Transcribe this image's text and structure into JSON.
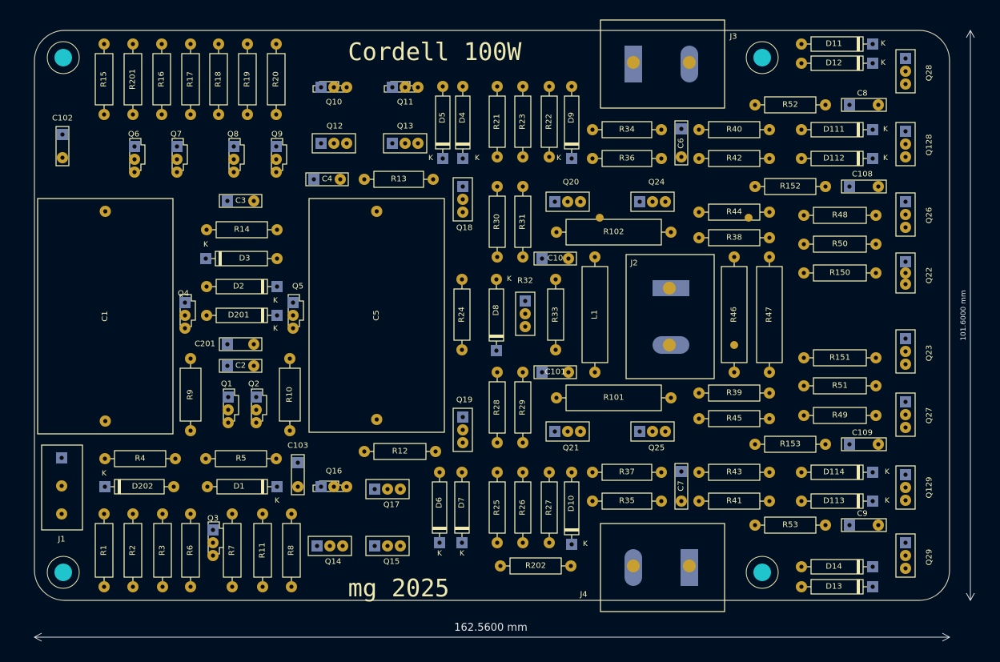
{
  "board": {
    "title": "Cordell 100W",
    "author": "mg 2025",
    "width_label": "162.5600 mm",
    "height_label": "101.6000 mm"
  },
  "colors": {
    "background": "#001023",
    "silkscreen": "#efe9b0",
    "pad": "#c8a032",
    "pad_square": "#7080a8",
    "mount_hole": "#1fc4cc",
    "outline": "#d8d2b4"
  },
  "marker_k": "K",
  "labels": {
    "R15": "R15",
    "R201": "R201",
    "R16": "R16",
    "R17": "R17",
    "R18": "R18",
    "R19": "R19",
    "R20": "R20",
    "C102": "C102",
    "Q6": "Q6",
    "Q7": "Q7",
    "Q8": "Q8",
    "Q9": "Q9",
    "Q10": "Q10",
    "Q11": "Q11",
    "Q12": "Q12",
    "Q13": "Q13",
    "D5": "D5",
    "D4": "D4",
    "R21": "R21",
    "R23": "R23",
    "R22": "R22",
    "D9": "D9",
    "J3": "J3",
    "D11": "D11",
    "D12": "D12",
    "Q28": "Q28",
    "C8": "C8",
    "R52": "R52",
    "R34": "R34",
    "C6": "C6",
    "R40": "R40",
    "D111": "D111",
    "Q128": "Q128",
    "R36": "R36",
    "R42": "R42",
    "D112": "D112",
    "C3": "C3",
    "C4": "C4",
    "R13": "R13",
    "R152": "R152",
    "C108": "C108",
    "Q18": "Q18",
    "Q20": "Q20",
    "Q24": "Q24",
    "R30": "R30",
    "R31": "R31",
    "R44": "R44",
    "R48": "R48",
    "Q26": "Q26",
    "R14": "R14",
    "R102": "R102",
    "R38": "R38",
    "R50": "R50",
    "D3": "D3",
    "C10": "C10",
    "J2": "J2",
    "R150": "R150",
    "Q22": "Q22",
    "C1": "C1",
    "C5": "C5",
    "D2": "D2",
    "Q4": "Q4",
    "Q5": "Q5",
    "D201": "D201",
    "D8": "D8",
    "R32": "R32",
    "R24": "R24",
    "R33": "R33",
    "L1": "L1",
    "R46": "R46",
    "R47": "R47",
    "C201": "C201",
    "C2": "C2",
    "R151": "R151",
    "Q23": "Q23",
    "C101": "C101",
    "R51": "R51",
    "R9": "R9",
    "Q1": "Q1",
    "Q2": "Q2",
    "R10": "R10",
    "R28": "R28",
    "R29": "R29",
    "R101": "R101",
    "R39": "R39",
    "R45": "R45",
    "R49": "R49",
    "Q27": "Q27",
    "Q19": "Q19",
    "Q21": "Q21",
    "Q25": "Q25",
    "R153": "R153",
    "C109": "C109",
    "R4": "R4",
    "R5": "R5",
    "C103": "C103",
    "R12": "R12",
    "J1": "J1",
    "D202": "D202",
    "D1": "D1",
    "Q16": "Q16",
    "Q17": "Q17",
    "D6": "D6",
    "D7": "D7",
    "R25": "R25",
    "R26": "R26",
    "R27": "R27",
    "D10": "D10",
    "R37": "R37",
    "C7": "C7",
    "R43": "R43",
    "D114": "D114",
    "Q129": "Q129",
    "R35": "R35",
    "R41": "R41",
    "D113": "D113",
    "R1": "R1",
    "R2": "R2",
    "R3": "R3",
    "R6": "R6",
    "Q3": "Q3",
    "R7": "R7",
    "R11": "R11",
    "R8": "R8",
    "R53": "R53",
    "C9": "C9",
    "Q14": "Q14",
    "Q15": "Q15",
    "R202": "R202",
    "J4": "J4",
    "D14": "D14",
    "D13": "D13",
    "Q29": "Q29"
  }
}
